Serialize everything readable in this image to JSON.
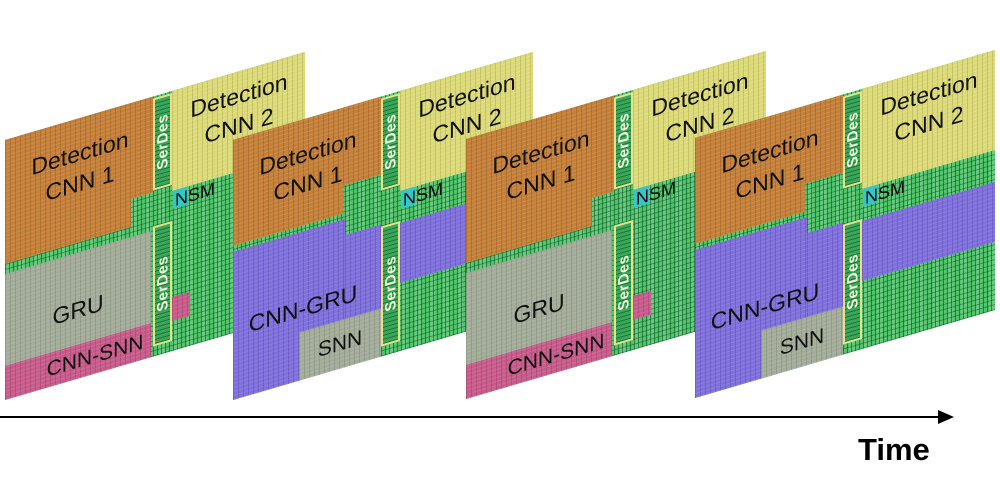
{
  "panels": [
    {
      "detection_cnn_1": {
        "line1": "Detection",
        "line2": "CNN 1"
      },
      "detection_cnn_2": {
        "line1": "Detection",
        "line2": "CNN 2"
      },
      "serdes_upper": "SerDes",
      "serdes_lower": "SerDes",
      "nsm": "NSM",
      "gru": "GRU",
      "cnn_snn": "CNN-SNN"
    },
    {
      "detection_cnn_1": {
        "line1": "Detection",
        "line2": "CNN 1"
      },
      "detection_cnn_2": {
        "line1": "Detection",
        "line2": "CNN 2"
      },
      "serdes_upper": "SerDes",
      "serdes_lower": "SerDes",
      "nsm": "NSM",
      "cnn_gru": "CNN-GRU",
      "snn": "SNN"
    },
    {
      "detection_cnn_1": {
        "line1": "Detection",
        "line2": "CNN 1"
      },
      "detection_cnn_2": {
        "line1": "Detection",
        "line2": "CNN 2"
      },
      "serdes_upper": "SerDes",
      "serdes_lower": "SerDes",
      "nsm": "NSM",
      "gru": "GRU",
      "cnn_snn": "CNN-SNN"
    },
    {
      "detection_cnn_1": {
        "line1": "Detection",
        "line2": "CNN 1"
      },
      "detection_cnn_2": {
        "line1": "Detection",
        "line2": "CNN 2"
      },
      "serdes_upper": "SerDes",
      "serdes_lower": "SerDes",
      "nsm": "NSM",
      "cnn_gru": "CNN-GRU",
      "snn": "SNN"
    }
  ],
  "time_axis": {
    "label": "Time"
  },
  "colors": {
    "detection_cnn_1": "#c4803a",
    "detection_cnn_2": "#dcd978",
    "interconnect": "#52c46c",
    "serdes": "#3aa85a",
    "serdes_outline": "#e6e28a",
    "serdes_text": "#f2f2dc",
    "nsm": "#36c6c8",
    "gru": "#a3ab99",
    "snn": "#a3ab99",
    "cnn_snn": "#c75c8b",
    "cnn_gru": "#8070dc",
    "text": "#111111"
  }
}
